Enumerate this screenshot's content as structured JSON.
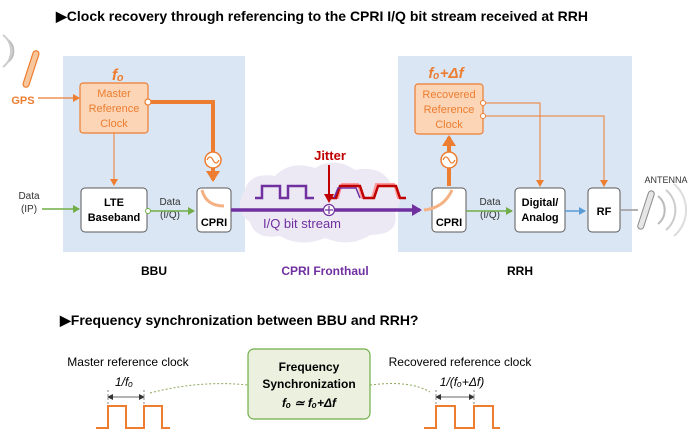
{
  "top_heading": "▶Clock recovery through referencing to the CPRI I/Q bit stream received at RRH",
  "gps_label": "GPS",
  "bbu": {
    "freq": "fₒ",
    "master_clock": [
      "Master",
      "Reference",
      "Clock"
    ],
    "lte_baseband": [
      "LTE",
      "Baseband"
    ],
    "data_in": [
      "Data",
      "(IP)"
    ],
    "data_mid": [
      "Data",
      "(I/Q)"
    ],
    "cpri": "CPRI",
    "label": "BBU"
  },
  "fronthaul": {
    "jitter": "Jitter",
    "stream": "I/Q bit stream",
    "label": "CPRI Fronthaul"
  },
  "rrh": {
    "freq": "fₒ+Δf",
    "recovered_clock": [
      "Recovered",
      "Reference",
      "Clock"
    ],
    "cpri": "CPRI",
    "data_mid": [
      "Data",
      "(I/Q)"
    ],
    "dac": [
      "Digital/",
      "Analog"
    ],
    "rf": "RF",
    "antenna": "ANTENNA",
    "label": "RRH"
  },
  "bottom_heading": "▶Frequency synchronization between BBU and RRH?",
  "bottom": {
    "master_caption": "Master reference clock",
    "recovered_caption": "Recovered reference clock",
    "period_master": "1/fₒ",
    "period_recovered": "1/(fₒ+Δf)",
    "sync_box": [
      "Frequency",
      "Synchronization",
      "fₒ ≃ fₒ+Δf"
    ]
  },
  "colors": {
    "panel": "#dae6f4",
    "clock_fill": "#fbd5b5",
    "clock_stroke": "#ed7d31",
    "purple": "#7030a0",
    "jitter_red": "#c00000",
    "data_arrow": "#70ad47",
    "sync_fill": "#ebf1de"
  }
}
